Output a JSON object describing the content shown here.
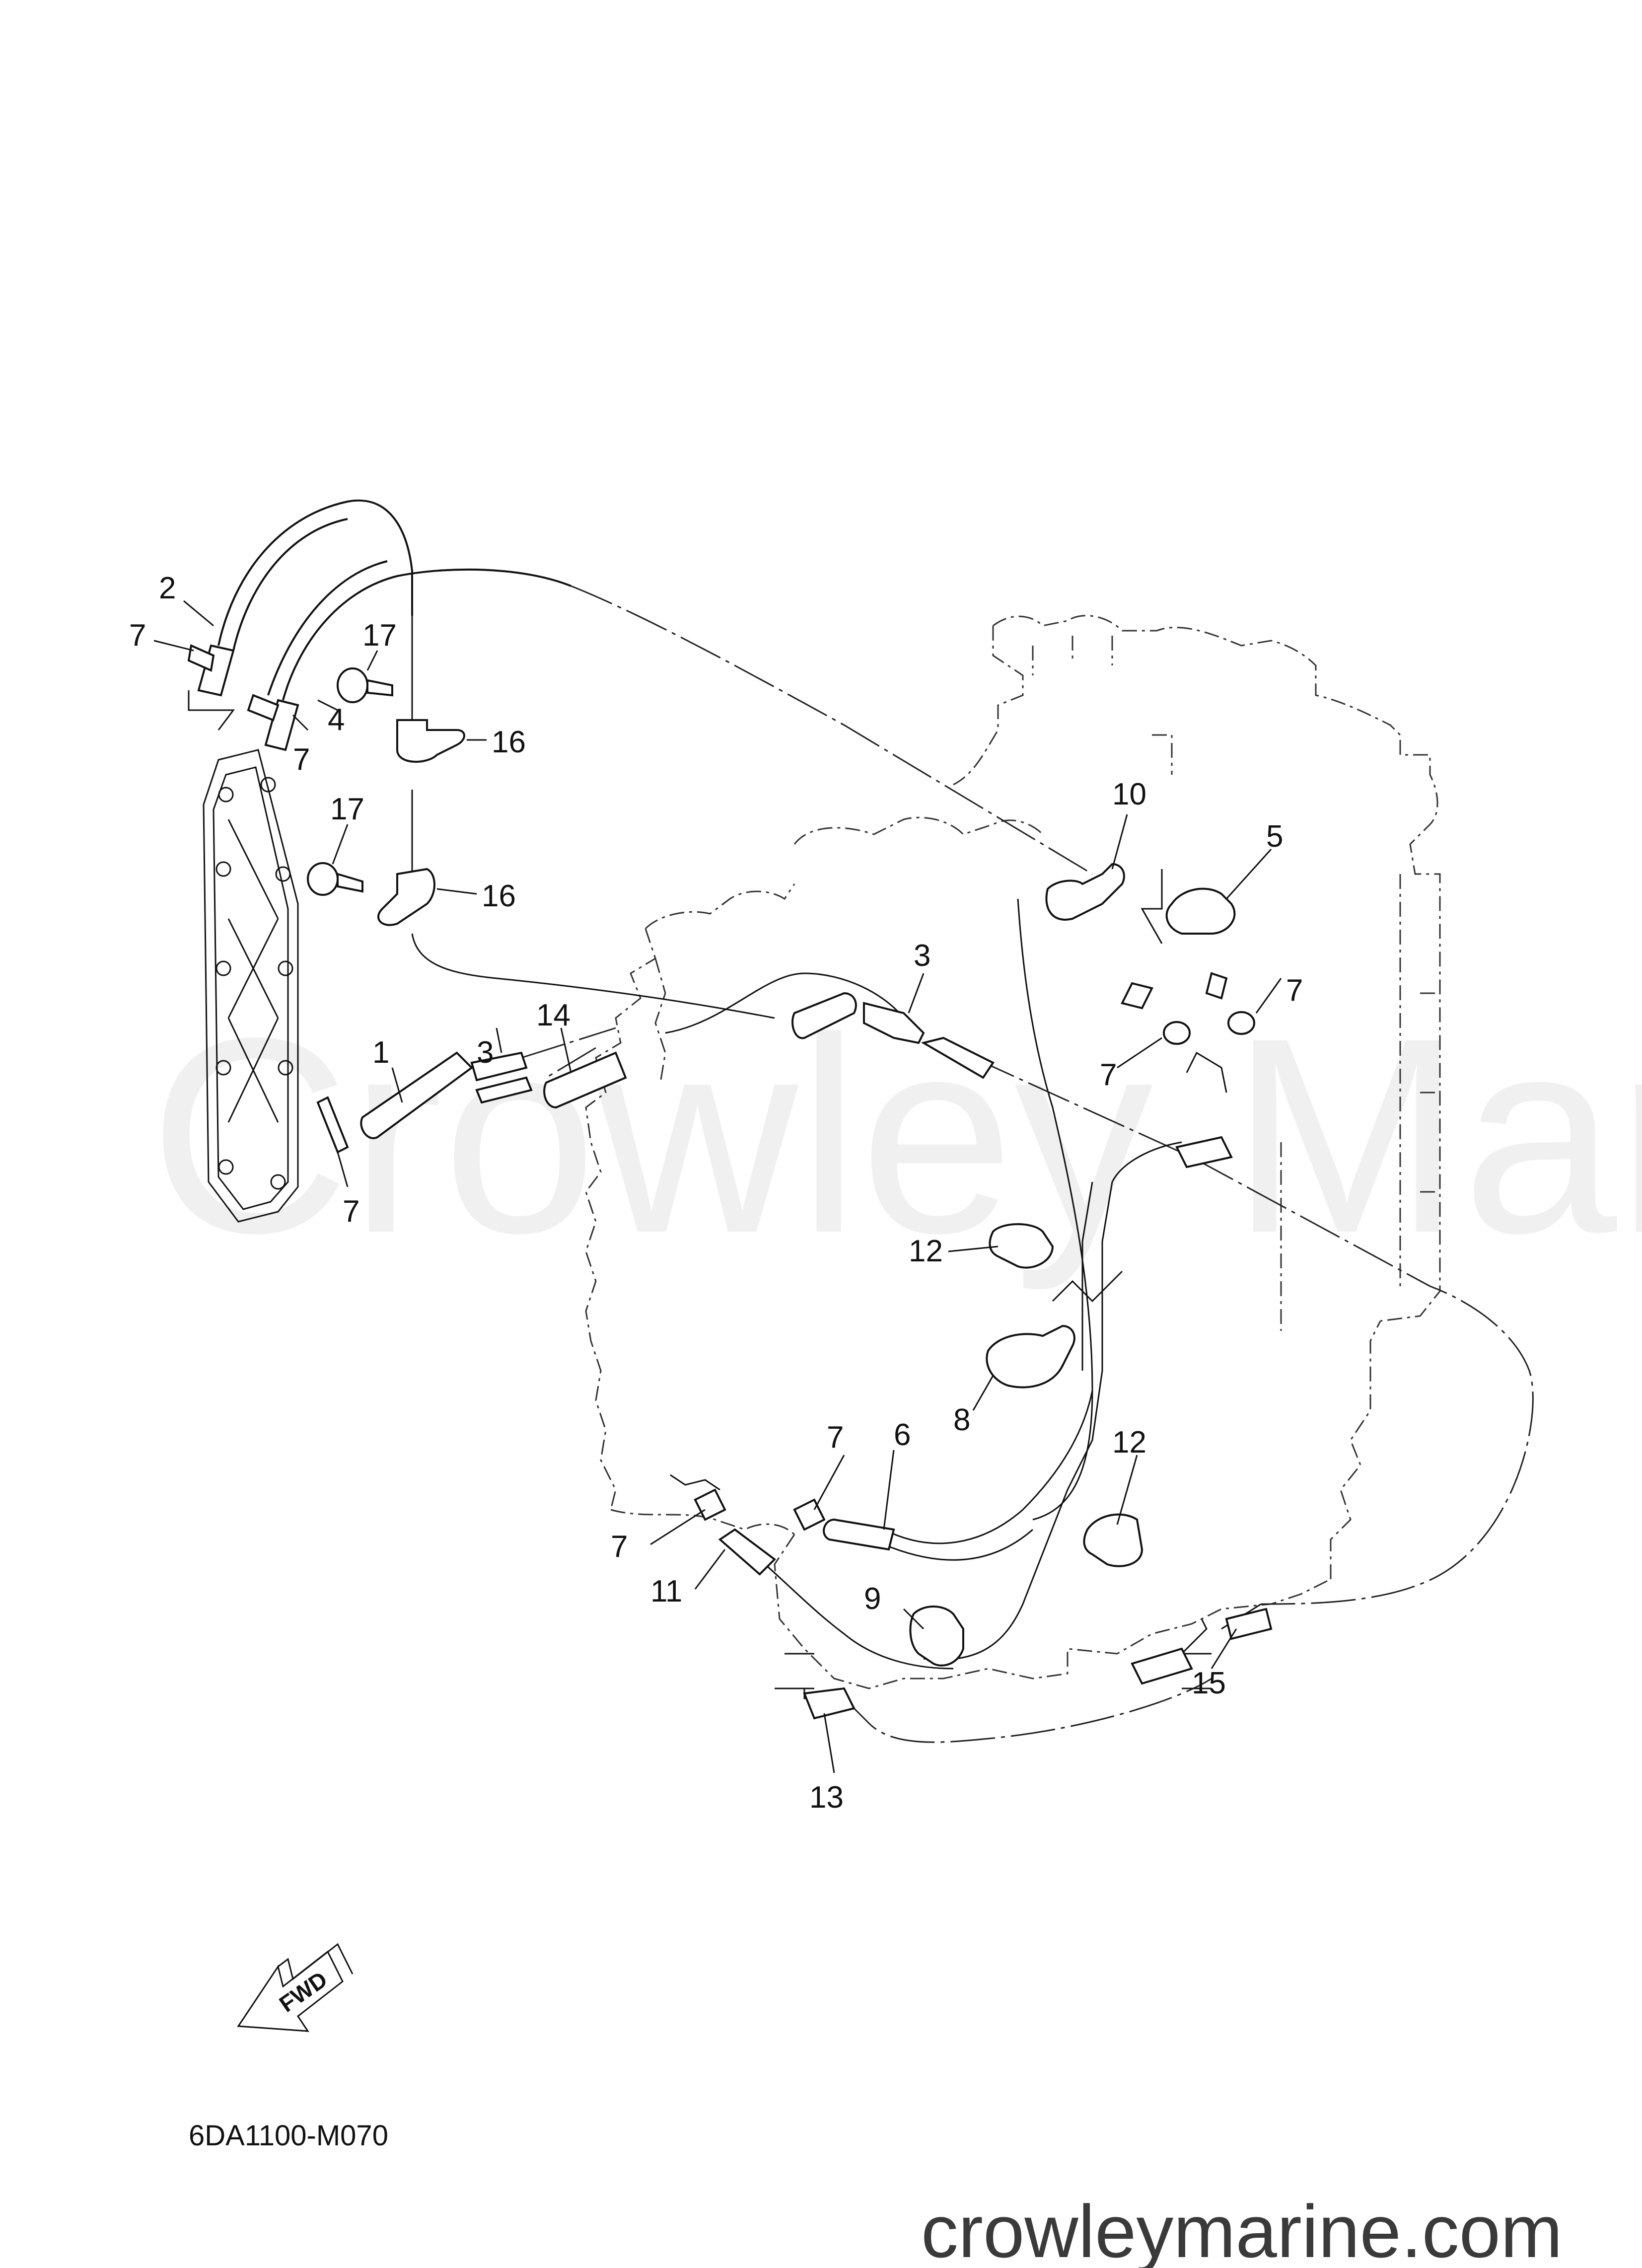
{
  "watermark": "Crowley Marine",
  "part_labels": [
    "1",
    "2",
    "3",
    "3",
    "4",
    "5",
    "6",
    "7",
    "7",
    "7",
    "7",
    "7",
    "7",
    "7",
    "8",
    "9",
    "10",
    "11",
    "12",
    "12",
    "13",
    "14",
    "15",
    "16",
    "16",
    "17",
    "17"
  ],
  "direction_marker": "FWD",
  "diagram_code": "6DA1100-M070",
  "website": "crowleymarine.com",
  "icons": {
    "direction": "fwd-arrow-icon"
  }
}
